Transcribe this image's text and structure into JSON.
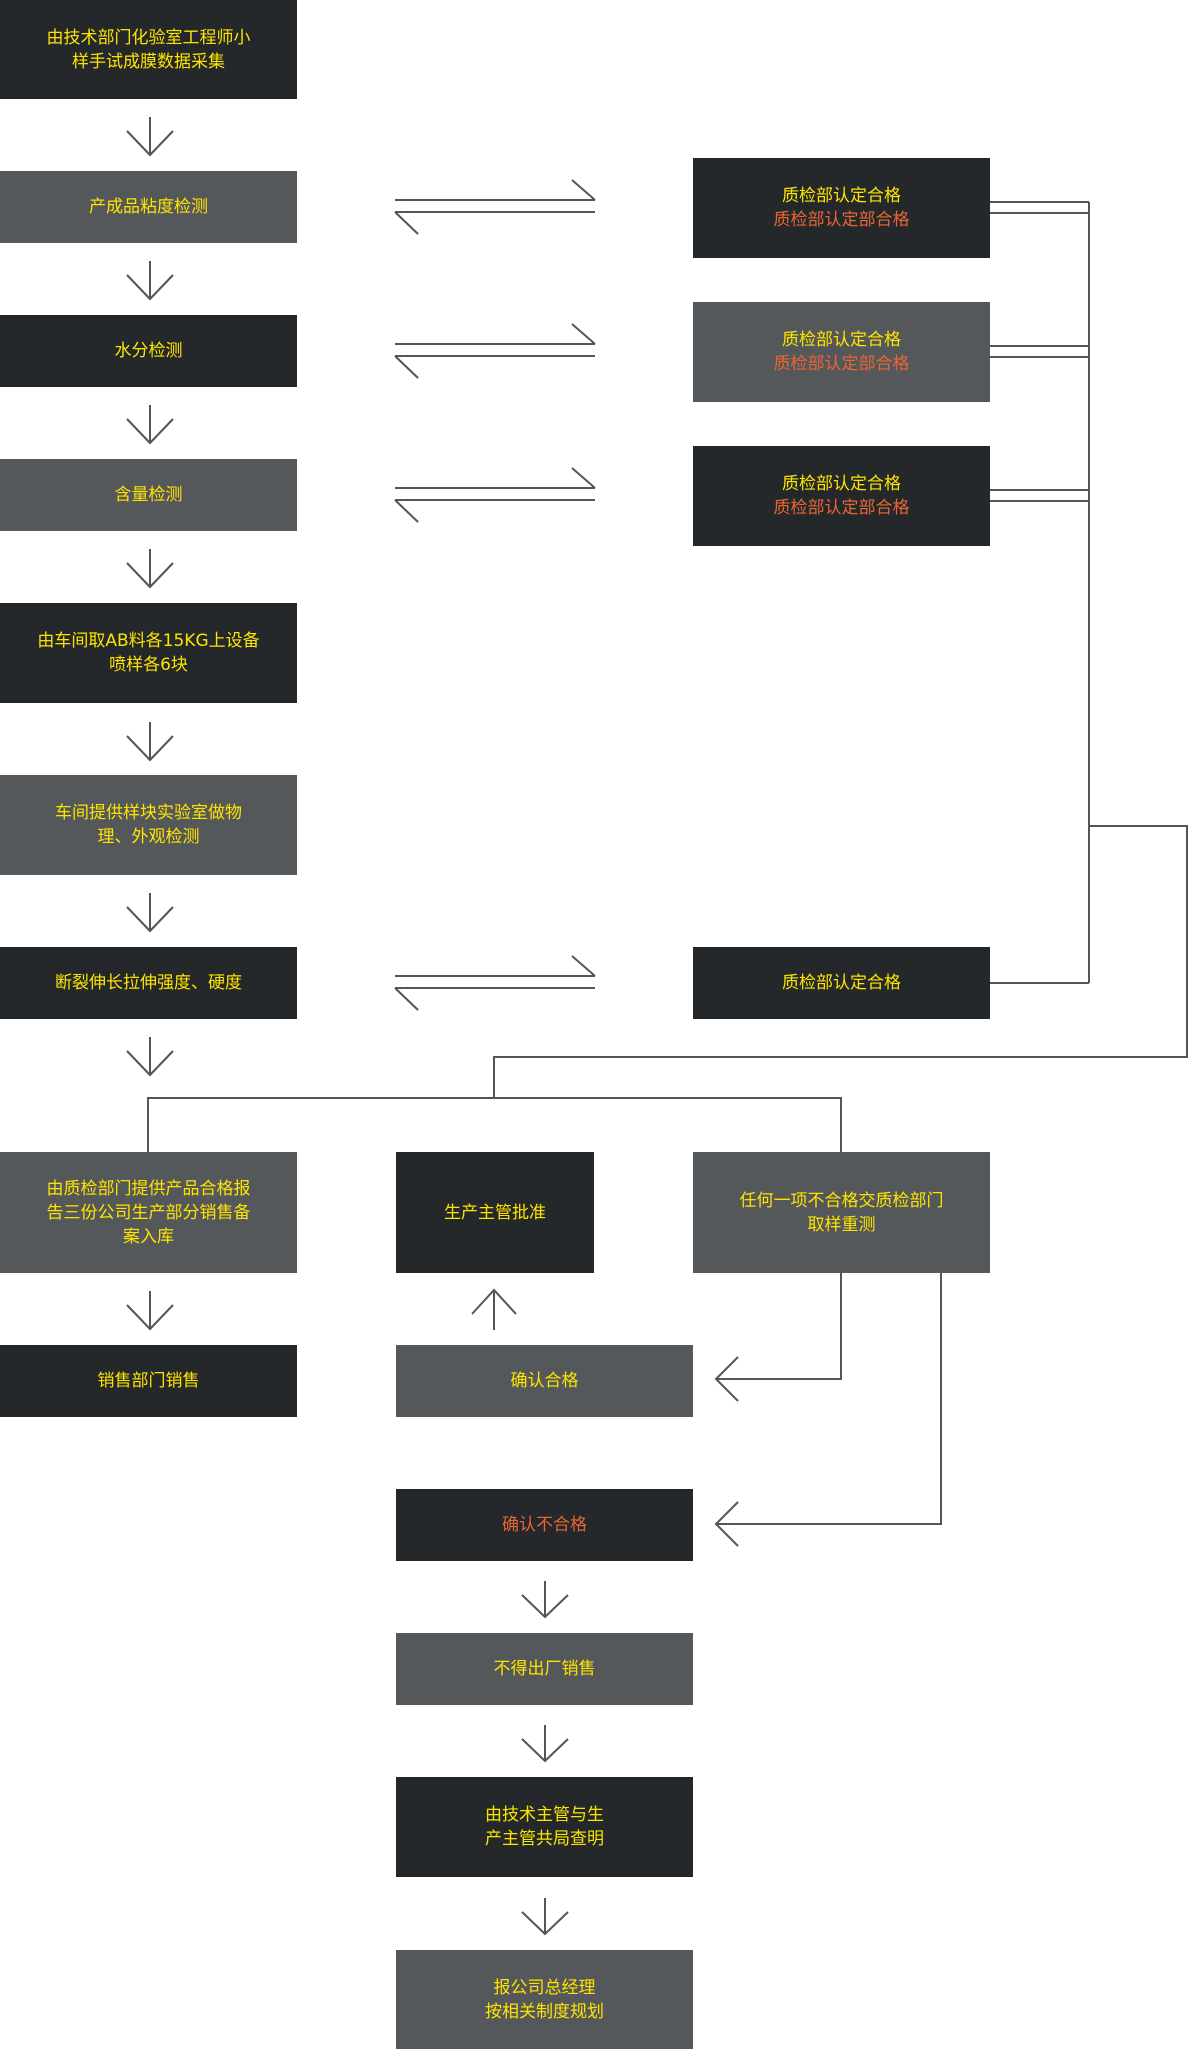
{
  "left_flow": {
    "step1": [
      "由技术部门化验室工程师小",
      "样手试成膜数据采集"
    ],
    "step2": [
      "产成品粘度检测"
    ],
    "step3": [
      "水分检测"
    ],
    "step4": [
      "含量检测"
    ],
    "step5": [
      "由车间取AB料各15KG上设备",
      "喷样各6块"
    ],
    "step6": [
      "车间提供样块实验室做物",
      "理、外观检测"
    ],
    "step7": [
      "断裂伸长拉伸强度、硬度"
    ],
    "step8": [
      "由质检部门提供产品合格报",
      "告三份公司生产部分销售备",
      "案入库"
    ],
    "step9": [
      "销售部门销售"
    ]
  },
  "qc_boxes": {
    "qc1": {
      "pass": "质检部认定合格",
      "partial": "质检部认定部合格"
    },
    "qc2": {
      "pass": "质检部认定合格",
      "partial": "质检部认定部合格"
    },
    "qc3": {
      "pass": "质检部认定合格",
      "partial": "质检部认定部合格"
    },
    "qc4": {
      "pass": "质检部认定合格"
    }
  },
  "middle_flow": {
    "approve": "生产主管批准",
    "confirm_pass": "确认合格",
    "confirm_fail": "确认不合格",
    "no_sale": "不得出厂销售",
    "investigate": [
      "由技术主管与生",
      "产主管共局查明"
    ],
    "report": [
      "报公司总经理",
      "按相关制度规划"
    ]
  },
  "retest": [
    "任何一项不合格交质检部门",
    "取样重测"
  ],
  "colors": {
    "dark_box": "#24282b",
    "gray_box": "#55585a",
    "text_yellow": "#fde400",
    "text_orange": "#ea6532",
    "line": "#555555"
  }
}
